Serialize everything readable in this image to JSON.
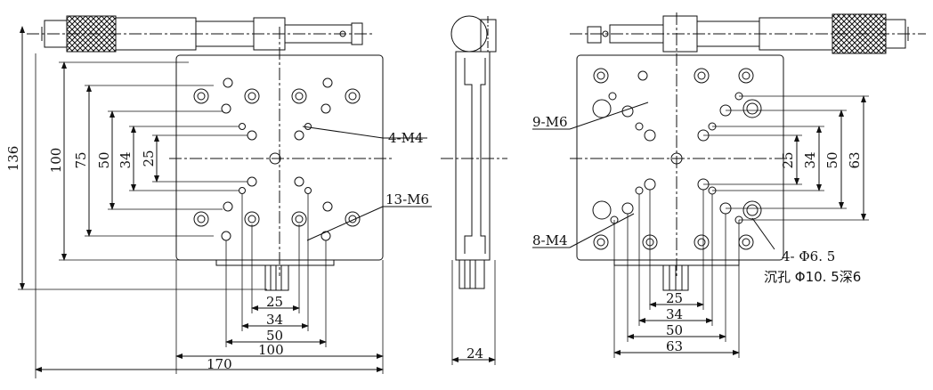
{
  "front_view": {
    "width_100": "100",
    "width_170": "170",
    "height_136": "136",
    "height_100": "100",
    "height_75": "75",
    "height_50": "50",
    "height_34": "34",
    "height_25": "25",
    "bottom_25": "25",
    "bottom_34": "34",
    "bottom_50": "50",
    "callout_m4": "4-M4",
    "callout_m6": "13-M6"
  },
  "side_view": {
    "width_24": "24"
  },
  "rear_view": {
    "callout_9m6": "9-M6",
    "callout_8m4": "8-M4",
    "callout_hole": "4- Φ6. 5",
    "callout_counterbore": "沉孔 Φ10. 5深6",
    "height_25": "25",
    "height_34": "34",
    "height_50": "50",
    "height_63": "63",
    "bottom_25": "25",
    "bottom_34": "34",
    "bottom_50": "50",
    "bottom_63": "63"
  }
}
